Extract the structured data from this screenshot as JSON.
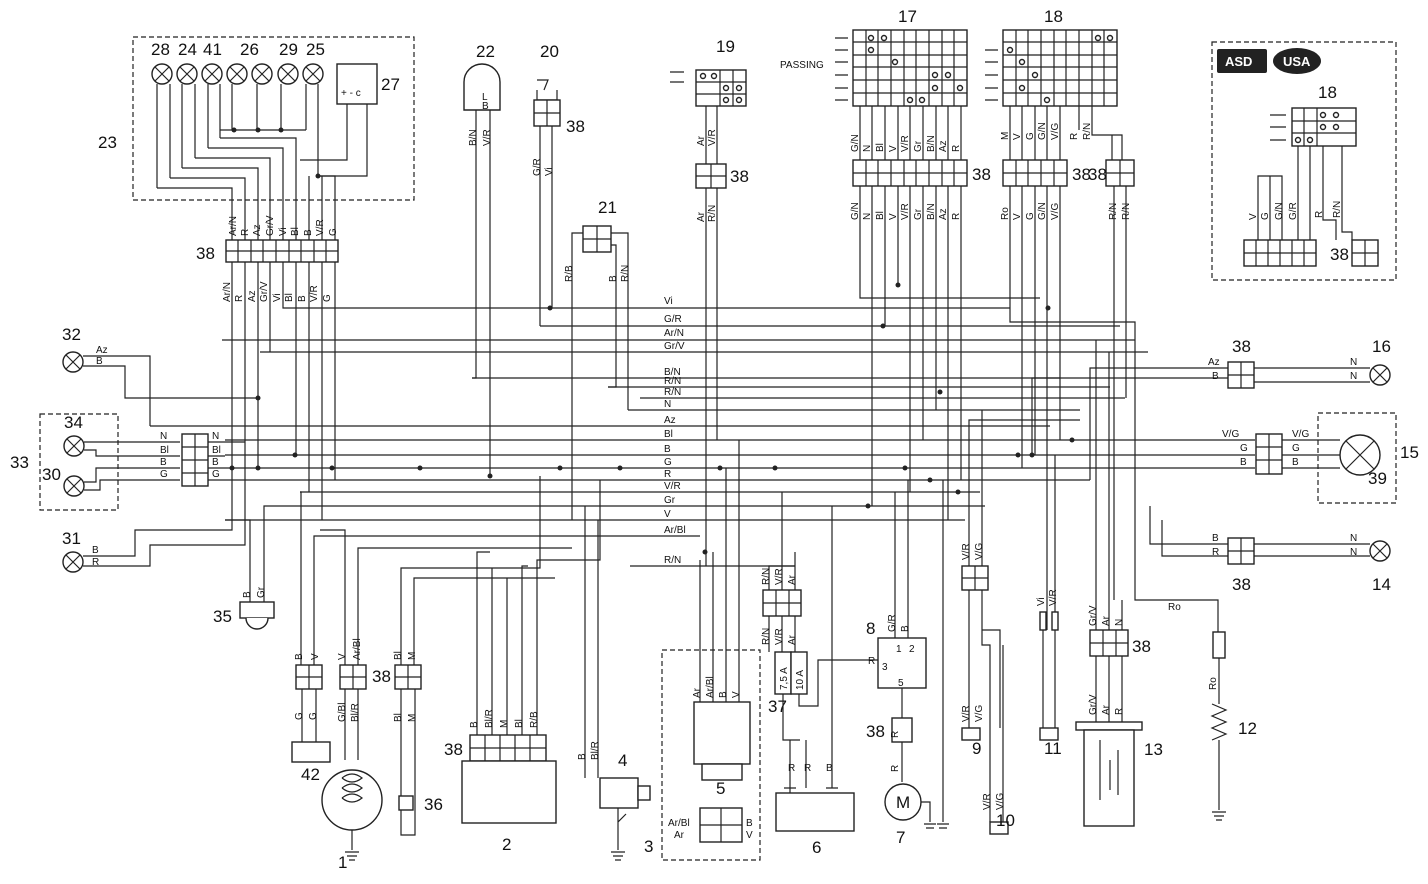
{
  "numbers": {
    "n1": "1",
    "n2": "2",
    "n3": "3",
    "n4": "4",
    "n5": "5",
    "n6": "6",
    "n7": "7",
    "n8": "8",
    "n9": "9",
    "n10": "10",
    "n11": "11",
    "n12": "12",
    "n13": "13",
    "n14": "14",
    "n15": "15",
    "n16": "16",
    "n17": "17",
    "n18": "18",
    "n18b": "18",
    "n19": "19",
    "n20": "20",
    "n21": "21",
    "n22": "22",
    "n23": "23",
    "n24": "24",
    "n25": "25",
    "n26": "26",
    "n27": "27",
    "n28": "28",
    "n29": "29",
    "n30": "30",
    "n31": "31",
    "n32": "32",
    "n33": "33",
    "n34": "34",
    "n35": "35",
    "n36": "36",
    "n37": "37",
    "n38": "38",
    "n39": "39",
    "n41": "41",
    "n42": "42"
  },
  "text": {
    "passing": "PASSING",
    "asd": "ASD",
    "usa": "USA",
    "motor": "M",
    "fuse1": "7,5 A",
    "fuse2": "10 A",
    "relay_pin1": "1",
    "relay_pin2": "2",
    "relay_pin3": "3",
    "relay_pin5": "5",
    "relay_r": "R",
    "relay_gr": "G/R",
    "relay_b": "B",
    "item27_pins": "+ - c",
    "item22_l": "L",
    "item22_b": "B"
  },
  "bus_labels": [
    "Vi",
    "G/R",
    "Ar/N",
    "Gr/V",
    "B/N",
    "R/N",
    "R/N",
    "N",
    "Az",
    "Bl",
    "B",
    "G",
    "R",
    "V/R",
    "Gr",
    "V",
    "Ar/Bl",
    "R/N"
  ],
  "wire_labels": {
    "c38_top": [
      "Ar/N",
      "R",
      "Az",
      "Gr/V",
      "Vi",
      "Bl",
      "B",
      "V/R",
      "G"
    ],
    "c38_bot": [
      "Ar/N",
      "R",
      "Az",
      "Gr/V",
      "Vi",
      "Bl",
      "B",
      "V/R",
      "G"
    ],
    "sw17_top": [
      "G/N",
      "N",
      "Bl",
      "V",
      "V/R",
      "Gr",
      "B/N",
      "Az",
      "R"
    ],
    "sw17_bot": [
      "G/N",
      "N",
      "Bl",
      "V",
      "V/R",
      "Gr",
      "B/N",
      "Az",
      "R"
    ],
    "sw18_top": [
      "M",
      "V",
      "G",
      "G/N",
      "V/G",
      "R",
      "R/N"
    ],
    "sw18_bot": [
      "Ro",
      "V",
      "G",
      "G/N",
      "V/G",
      "R/N",
      "R/N"
    ],
    "c38_asd": [
      "V",
      "G",
      "G/N",
      "G/R",
      "R",
      "R/N"
    ],
    "sw19_top": [
      "Ar",
      "V/R"
    ],
    "sw19_bot": [
      "Ar",
      "R/N"
    ],
    "i22": [
      "B/N",
      "V/R"
    ],
    "i20": [
      "G/R",
      "Vi"
    ],
    "i21": [
      "R/B",
      "B",
      "R/N"
    ],
    "i32": [
      "Az",
      "B"
    ],
    "i31": [
      "B",
      "R"
    ],
    "i33_left": [
      "N",
      "Bl",
      "B",
      "G"
    ],
    "i33_right": [
      "N",
      "Bl",
      "B",
      "G"
    ],
    "i16": [
      "Az",
      "B",
      "N",
      "N"
    ],
    "i15": [
      "V/G",
      "G",
      "B",
      "V/G",
      "G",
      "B"
    ],
    "i14": [
      "B",
      "R",
      "N",
      "N"
    ],
    "i35": [
      "B",
      "Gr"
    ],
    "i42_top": [
      "B",
      "V"
    ],
    "i42_bot": [
      "G",
      "G"
    ],
    "i1_top": [
      "V",
      "Ar/Bl"
    ],
    "i1_bot": [
      "G/Bl",
      "Bl/R"
    ],
    "i36_top": [
      "Bl",
      "M"
    ],
    "i36_bot": [
      "Bl",
      "M"
    ],
    "i2": [
      "B",
      "Bl/R",
      "M",
      "Bl",
      "R/B"
    ],
    "i3": [
      "B",
      "Bl/R"
    ],
    "i5_top": [
      "Ar",
      "Ar/Bl",
      "B",
      "V"
    ],
    "i5_plug": [
      "Ar/Bl",
      "Ar",
      "B",
      "V"
    ],
    "i37_top": [
      "R/N",
      "V/R",
      "Ar"
    ],
    "i37_bot": [
      "R/N",
      "V/R",
      "Ar"
    ],
    "i6": [
      "R",
      "R",
      "B"
    ],
    "i7": [
      "R",
      "R"
    ],
    "i9_top": [
      "V/R",
      "V/G"
    ],
    "i9_bot": [
      "V/R",
      "V/G"
    ],
    "i10": [
      "V/R",
      "V/G"
    ],
    "i11": [
      "Vi",
      "V/R"
    ],
    "i13_top": [
      "Gr/V",
      "Ar",
      "N"
    ],
    "i13_bot": [
      "Gr/V",
      "Ar",
      "R"
    ],
    "i12": [
      "Ro",
      "Ro"
    ]
  }
}
